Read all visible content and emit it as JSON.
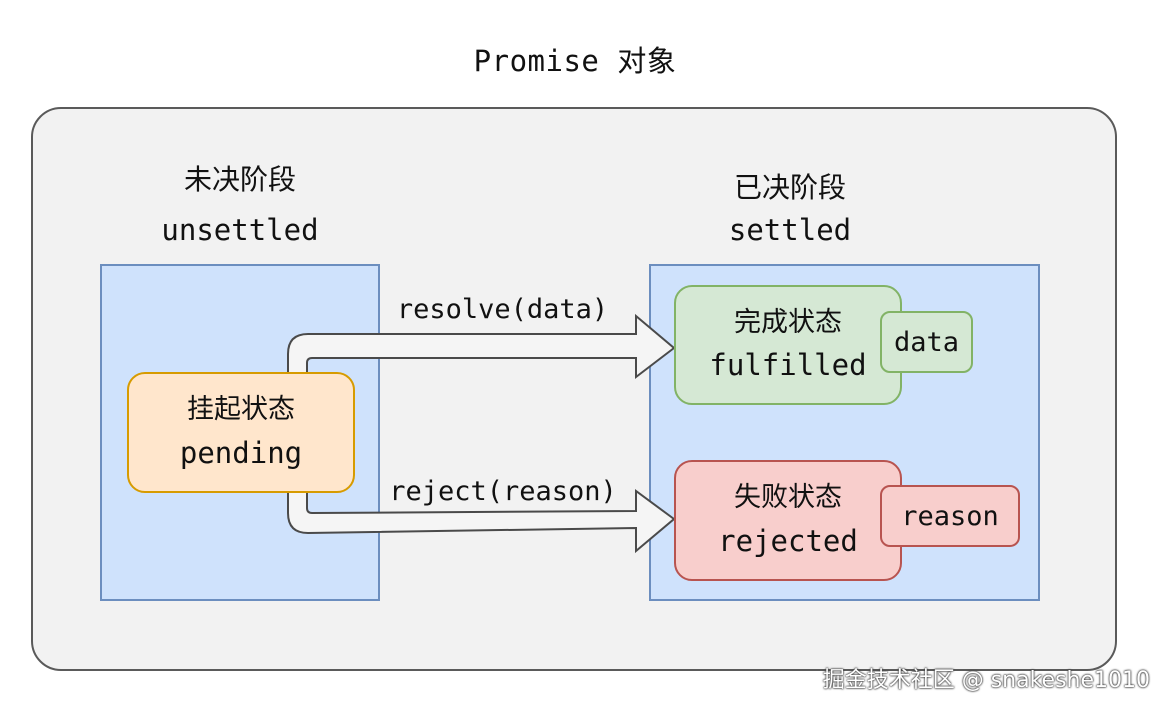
{
  "title": "Promise 对象",
  "unsettled": {
    "heading_cn": "未决阶段",
    "heading_en": "unsettled",
    "state": {
      "label_cn": "挂起状态",
      "label_en": "pending"
    }
  },
  "settled": {
    "heading_cn": "已决阶段",
    "heading_en": "settled",
    "fulfilled": {
      "label_cn": "完成状态",
      "label_en": "fulfilled",
      "tag": "data"
    },
    "rejected": {
      "label_cn": "失败状态",
      "label_en": "rejected",
      "tag": "reason"
    }
  },
  "transitions": {
    "resolve_label": "resolve(data)",
    "reject_label": "reject(reason)"
  },
  "watermark": "掘金技术社区 @ snakeshe1010",
  "colors": {
    "container_bg": "#f2f2f2",
    "phase_fill": "#cfe2fc",
    "phase_stroke": "#6c8ebf",
    "pending_fill": "#ffe6cc",
    "pending_stroke": "#d79b00",
    "fulfilled_fill": "#d5e8d4",
    "fulfilled_stroke": "#82b366",
    "rejected_fill": "#f8cecc",
    "rejected_stroke": "#b85450"
  }
}
